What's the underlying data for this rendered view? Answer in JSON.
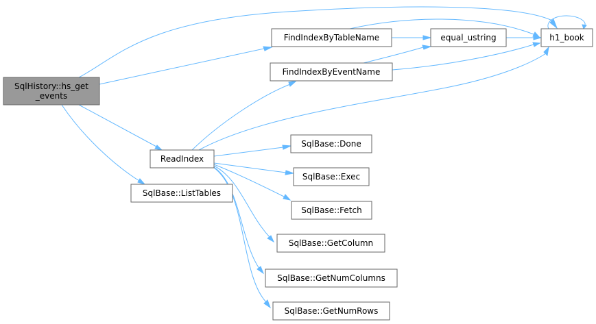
{
  "diagram": {
    "type": "call-graph",
    "colors": {
      "edge": "#63b8ff",
      "node_fill": "#ffffff",
      "node_border": "#666666",
      "root_fill": "#999999"
    },
    "nodes": [
      {
        "id": "root",
        "lines": [
          "SqlHistory::hs_get",
          "_events"
        ],
        "is_root": true
      },
      {
        "id": "find_table",
        "lines": [
          "FindIndexByTableName"
        ]
      },
      {
        "id": "find_event",
        "lines": [
          "FindIndexByEventName"
        ]
      },
      {
        "id": "equal_ustring",
        "lines": [
          "equal_ustring"
        ]
      },
      {
        "id": "h1_book",
        "lines": [
          "h1_book"
        ]
      },
      {
        "id": "read_index",
        "lines": [
          "ReadIndex"
        ]
      },
      {
        "id": "list_tables",
        "lines": [
          "SqlBase::ListTables"
        ]
      },
      {
        "id": "done",
        "lines": [
          "SqlBase::Done"
        ]
      },
      {
        "id": "exec",
        "lines": [
          "SqlBase::Exec"
        ]
      },
      {
        "id": "fetch",
        "lines": [
          "SqlBase::Fetch"
        ]
      },
      {
        "id": "get_column",
        "lines": [
          "SqlBase::GetColumn"
        ]
      },
      {
        "id": "get_num_columns",
        "lines": [
          "SqlBase::GetNumColumns"
        ]
      },
      {
        "id": "get_num_rows",
        "lines": [
          "SqlBase::GetNumRows"
        ]
      }
    ],
    "edges": [
      {
        "from": "root",
        "to": "h1_book"
      },
      {
        "from": "root",
        "to": "find_table"
      },
      {
        "from": "root",
        "to": "read_index"
      },
      {
        "from": "root",
        "to": "list_tables"
      },
      {
        "from": "find_table",
        "to": "equal_ustring"
      },
      {
        "from": "find_table",
        "to": "h1_book"
      },
      {
        "from": "find_event",
        "to": "equal_ustring"
      },
      {
        "from": "find_event",
        "to": "h1_book"
      },
      {
        "from": "equal_ustring",
        "to": "h1_book"
      },
      {
        "from": "h1_book",
        "to": "h1_book"
      },
      {
        "from": "read_index",
        "to": "find_event"
      },
      {
        "from": "read_index",
        "to": "h1_book"
      },
      {
        "from": "read_index",
        "to": "done"
      },
      {
        "from": "read_index",
        "to": "exec"
      },
      {
        "from": "read_index",
        "to": "fetch"
      },
      {
        "from": "read_index",
        "to": "get_column"
      },
      {
        "from": "read_index",
        "to": "get_num_columns"
      },
      {
        "from": "read_index",
        "to": "get_num_rows"
      }
    ]
  }
}
